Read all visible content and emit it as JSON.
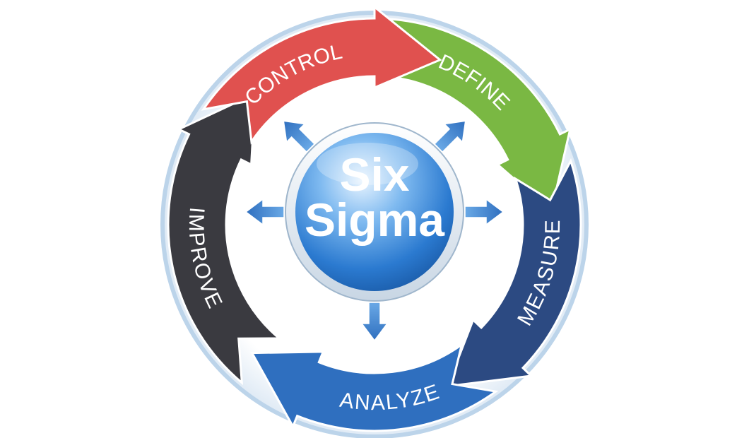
{
  "center": {
    "line1": "Six",
    "line2": "Sigma"
  },
  "stages": [
    {
      "id": "define",
      "label": "DEFINE",
      "color": "#7ab843"
    },
    {
      "id": "measure",
      "label": "MEASURE",
      "color": "#2c4a82"
    },
    {
      "id": "analyze",
      "label": "ANALYZE",
      "color": "#2f6fbf"
    },
    {
      "id": "improve",
      "label": "IMPROVE",
      "color": "#3a3a40"
    },
    {
      "id": "control",
      "label": "CONTROL",
      "color": "#e0514f"
    }
  ],
  "colors": {
    "ring_border": "#bcd4ea",
    "center_blue": "#2f86d8",
    "radial_arrow": "#3f86d0"
  },
  "icons": [
    "radial-arrow-icon"
  ]
}
